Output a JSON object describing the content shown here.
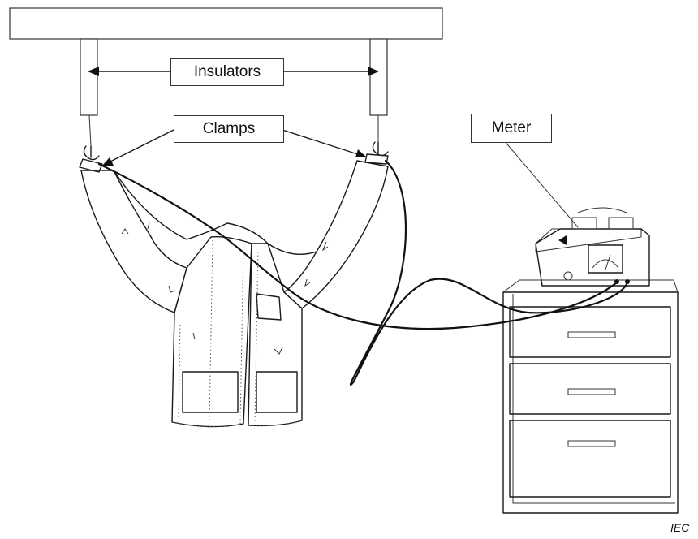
{
  "labels": {
    "insulators": "Insulators",
    "clamps": "Clamps",
    "meter": "Meter"
  },
  "footer": {
    "mark": "IEC"
  }
}
